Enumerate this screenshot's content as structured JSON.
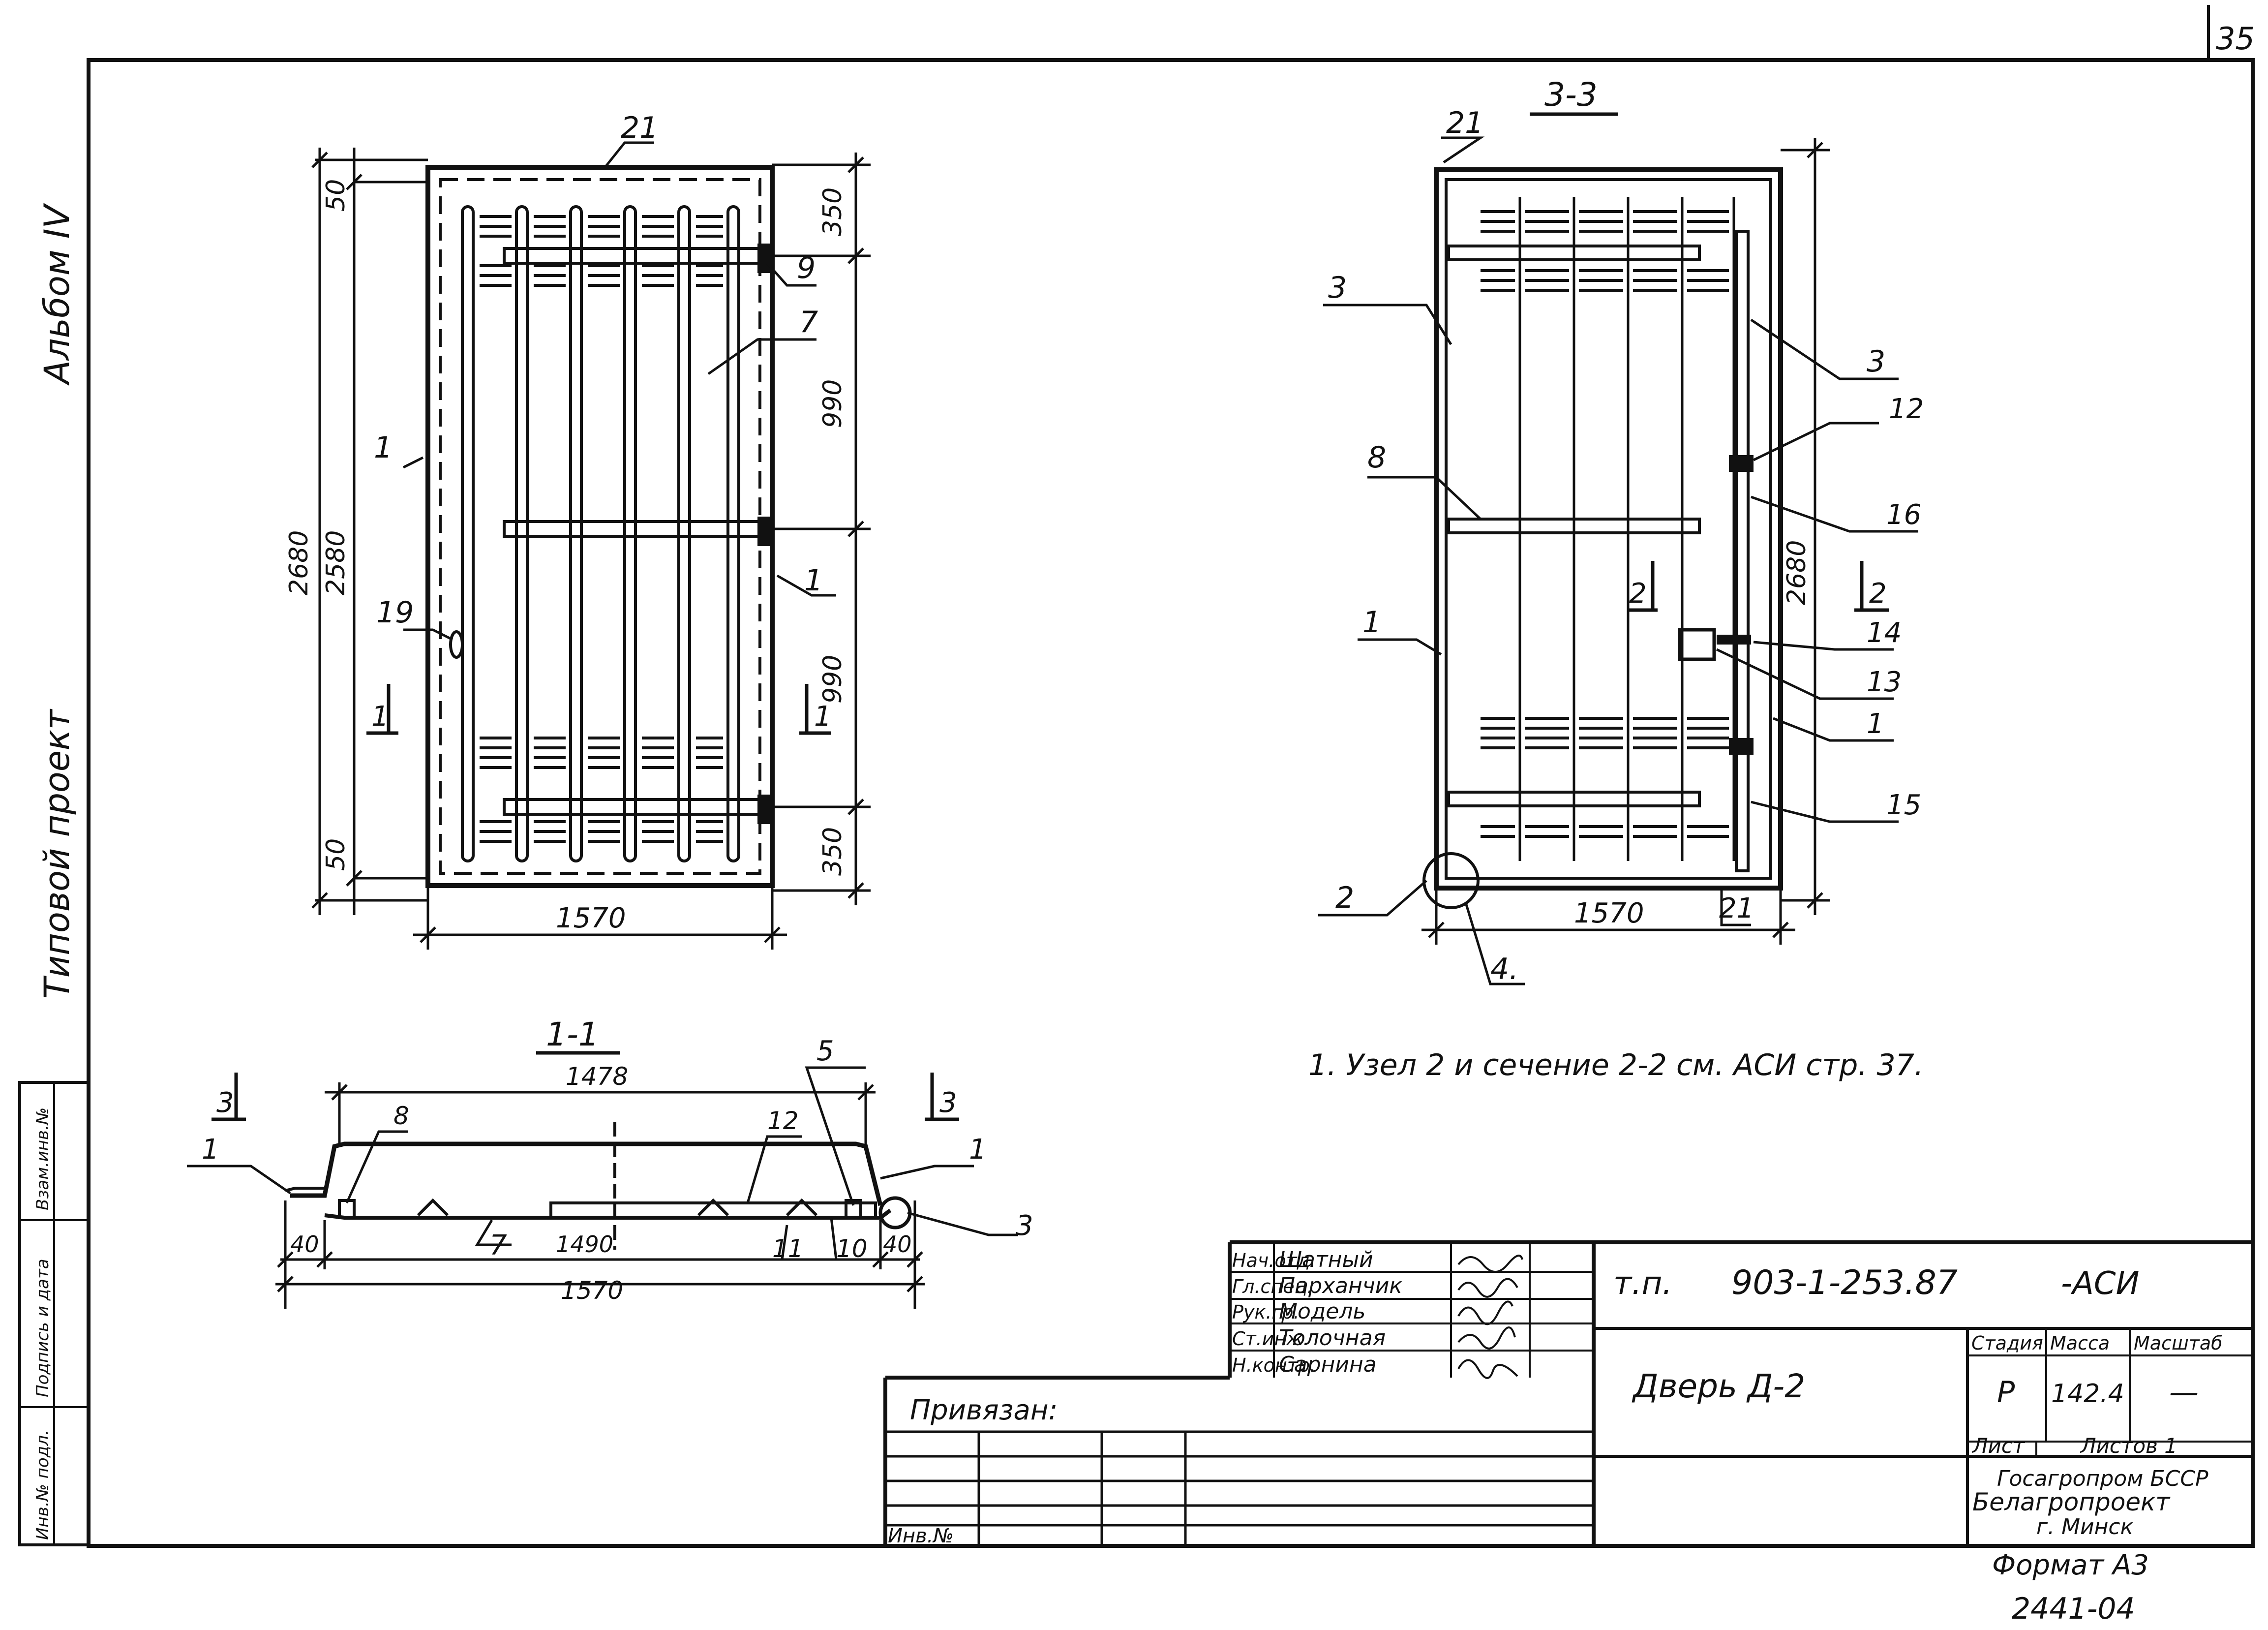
{
  "sheet": {
    "page_number": "35",
    "album": "Альбом IV",
    "project_type": "Типовой проект"
  },
  "side_stamp": {
    "cells": [
      "Инв.№ подл.",
      "Подпись и дата",
      "Взам.инв.№"
    ]
  },
  "front_view": {
    "labels": {
      "top_rail": "21",
      "hinge": "9",
      "panel": "7",
      "frame_left": "1",
      "frame_right": "1",
      "vent": "19"
    },
    "dims": {
      "top": "50",
      "bottom": "50",
      "outer_height": "2680",
      "inner_height": "2580",
      "right_top": "350",
      "right_mid1": "990",
      "right_mid2": "990",
      "right_bottom": "350",
      "width": "1570"
    },
    "section_marks": {
      "left": "1",
      "right": "1"
    }
  },
  "section_3_3": {
    "title": "3-3",
    "labels": {
      "top_rail": "21",
      "post_left": "3",
      "rail": "8",
      "frame_left": "1",
      "node_circle": "2",
      "node_ref": "4.",
      "bottom_rail": "21",
      "post_right": "3",
      "clamp": "12",
      "rod": "16",
      "handle": "14",
      "lock": "13",
      "frame_right": "1",
      "bolt": "15"
    },
    "dims": {
      "width": "1570",
      "height": "2680"
    },
    "section_marks": {
      "cut_a": "2",
      "cut_b": "2"
    }
  },
  "section_1_1": {
    "title": "1-1",
    "labels": {
      "left_frame": "1",
      "left_post": "8",
      "panel": "7",
      "clamp": "12",
      "rod": "11",
      "handle": "10",
      "right_frame": "1",
      "hinge": "3",
      "hinge_tag": "5"
    },
    "dims": {
      "top": "1478",
      "inner": "1490",
      "total": "1570",
      "left_gap": "40",
      "right_gap": "40"
    },
    "section_marks": {
      "left": "3",
      "right": "3"
    }
  },
  "note": "1. Узел 2 и сечение 2-2 см. АСИ стр. 37.",
  "title_block": {
    "roles": [
      {
        "role": "Нач.отд.",
        "name": "Шатный"
      },
      {
        "role": "Гл.спец.",
        "name": "Парханчик"
      },
      {
        "role": "Рук.гр.",
        "name": "Модель"
      },
      {
        "role": "Ст.инж.",
        "name": "Толочная"
      },
      {
        "role": "Н.контр.",
        "name": "Сарнина"
      }
    ],
    "doc_code_prefix": "т.п.",
    "doc_code": "903-1-253.87",
    "doc_suffix": "-АСИ",
    "title": "Дверь Д-2",
    "stage_label": "Стадия",
    "stage_value": "Р",
    "mass_label": "Масса",
    "mass_value": "142.4",
    "scale_label": "Масштаб",
    "scale_value": "—",
    "sheet_label": "Лист",
    "sheets_label": "Листов 1",
    "org_line1": "Госагропром БССР",
    "org_line2": "Белагропроект",
    "org_line3": "г. Минск",
    "privyazan": "Привязан:",
    "inv_no": "Инв.№"
  },
  "footer": {
    "format": "Формат А3",
    "copy_no": "2441-04"
  }
}
